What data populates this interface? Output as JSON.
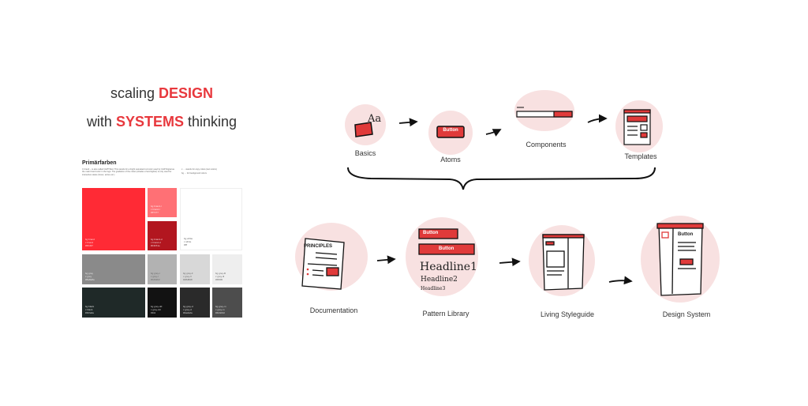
{
  "headline": {
    "line1_prefix": "scaling",
    "line1_accent": "DESIGN",
    "line2_prefix": "with",
    "line2_accent": "SYSTEMS",
    "line2_suffix": "thinking",
    "accent_color": "#e8383d"
  },
  "palette": {
    "title": "Primärfarben",
    "description": "C brand – is also called CHPTRed. This stands for a bright saturated red color used by CHP Digital as the main brand color in the logo. The gradation of the colors (shades of and lighter) is only used for interactive states (hover, active etc.)",
    "legend_c": "c … stands for copy colors (text colors)",
    "legend_bg": "bg … for background colors",
    "swatches": [
      {
        "label": "bg brand\nc brand\n#ff2d37",
        "color": "#ff2a35"
      },
      {
        "label": "bg brand-l\nc brand-l\n#ff7277",
        "color": "#ff7075"
      },
      {
        "label": "bg brand-d\nc brand-d\n#b3151e",
        "color": "#b2161f"
      },
      {
        "label": "bg white\nc white\n#fff",
        "color": "#ffffff"
      },
      {
        "label": "bg grey\nc grey\n#8a8a8a",
        "color": "#8a8a8a"
      },
      {
        "label": "bg grey-l\nc grey-l\n#b2b2b2",
        "color": "#b2b2b2"
      },
      {
        "label": "bg grey-ll\nc grey-ll\n#d8d8d8",
        "color": "#d8d8d8"
      },
      {
        "label": "bg grey-lll\nc grey-lll\n#f0f0f0",
        "color": "#eeeeee"
      },
      {
        "label": "bg black\nc black\n#1f2a2a",
        "color": "#1f2928"
      },
      {
        "label": "bg grey-dd\nc grey-dd\n#111",
        "color": "#121212"
      },
      {
        "label": "bg grey-d\nc grey-d\n#2a2a2a",
        "color": "#2a2a2a"
      },
      {
        "label": "bg grey-m\nc grey-m\n#4d4d4d",
        "color": "#4d4d4d"
      }
    ]
  },
  "process_top": [
    {
      "label": "Basics"
    },
    {
      "label": "Atoms",
      "button_text": "Button"
    },
    {
      "label": "Components"
    },
    {
      "label": "Templates"
    }
  ],
  "process_bottom": [
    {
      "label": "Documentation",
      "doc_heading": "Principles"
    },
    {
      "label": "Pattern Library",
      "button1": "Button",
      "button2": "Button",
      "h1": "Headline1",
      "h2": "Headline2",
      "h3": "Headline3"
    },
    {
      "label": "Living Styleguide"
    },
    {
      "label": "Design System",
      "button_text": "Button"
    }
  ],
  "basics_glyph": "Aa"
}
